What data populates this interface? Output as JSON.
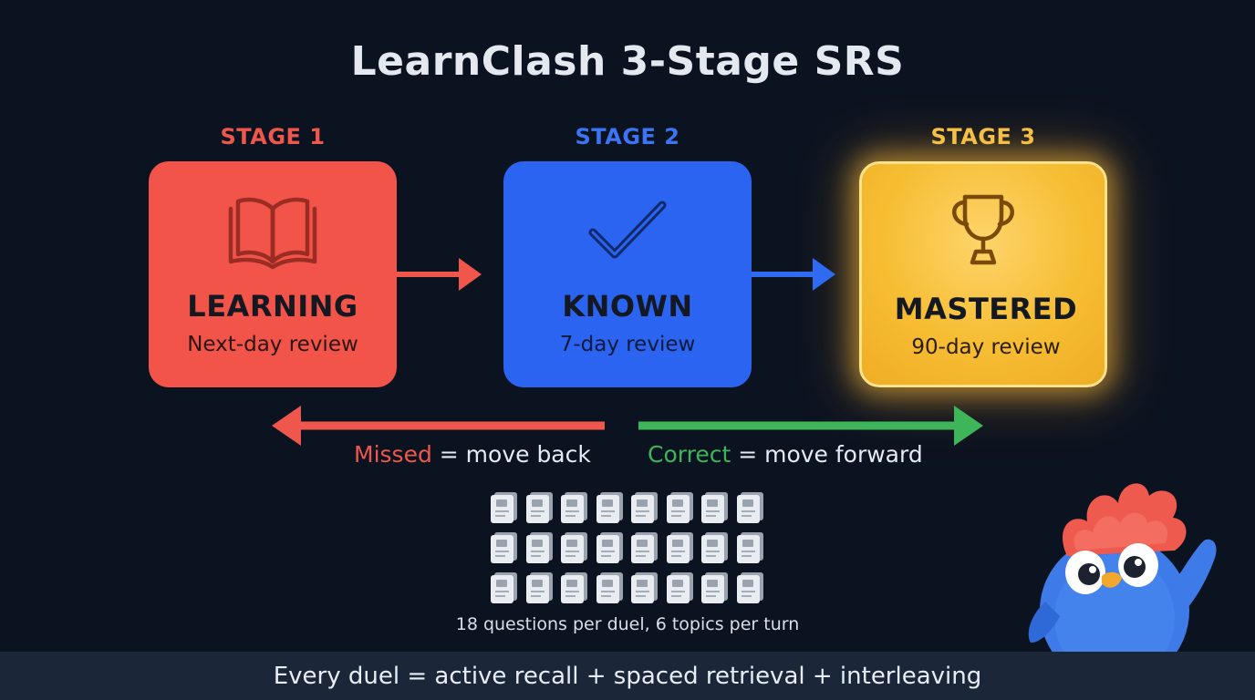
{
  "title": "LearnClash 3-Stage SRS",
  "stages": [
    {
      "label": "STAGE 1",
      "name": "LEARNING",
      "review": "Next-day review",
      "icon": "book-icon",
      "color": "#f2544a",
      "label_color": "#f0574c"
    },
    {
      "label": "STAGE 2",
      "name": "KNOWN",
      "review": "7-day review",
      "icon": "checkmark-icon",
      "color": "#2b64f0",
      "label_color": "#3b74f4"
    },
    {
      "label": "STAGE 3",
      "name": "MASTERED",
      "review": "90-day review",
      "icon": "trophy-icon",
      "color": "#f6bd33",
      "label_color": "#f5c24a"
    }
  ],
  "rules": {
    "missed": {
      "keyword": "Missed",
      "rest": " = move back",
      "color": "#f0574c"
    },
    "correct": {
      "keyword": "Correct",
      "rest": " = move forward",
      "color": "#3fb55a"
    }
  },
  "questions": {
    "count": 24,
    "caption": "18 questions per duel, 6 topics per turn"
  },
  "footer": "Every duel = active recall + spaced retrieval + interleaving"
}
